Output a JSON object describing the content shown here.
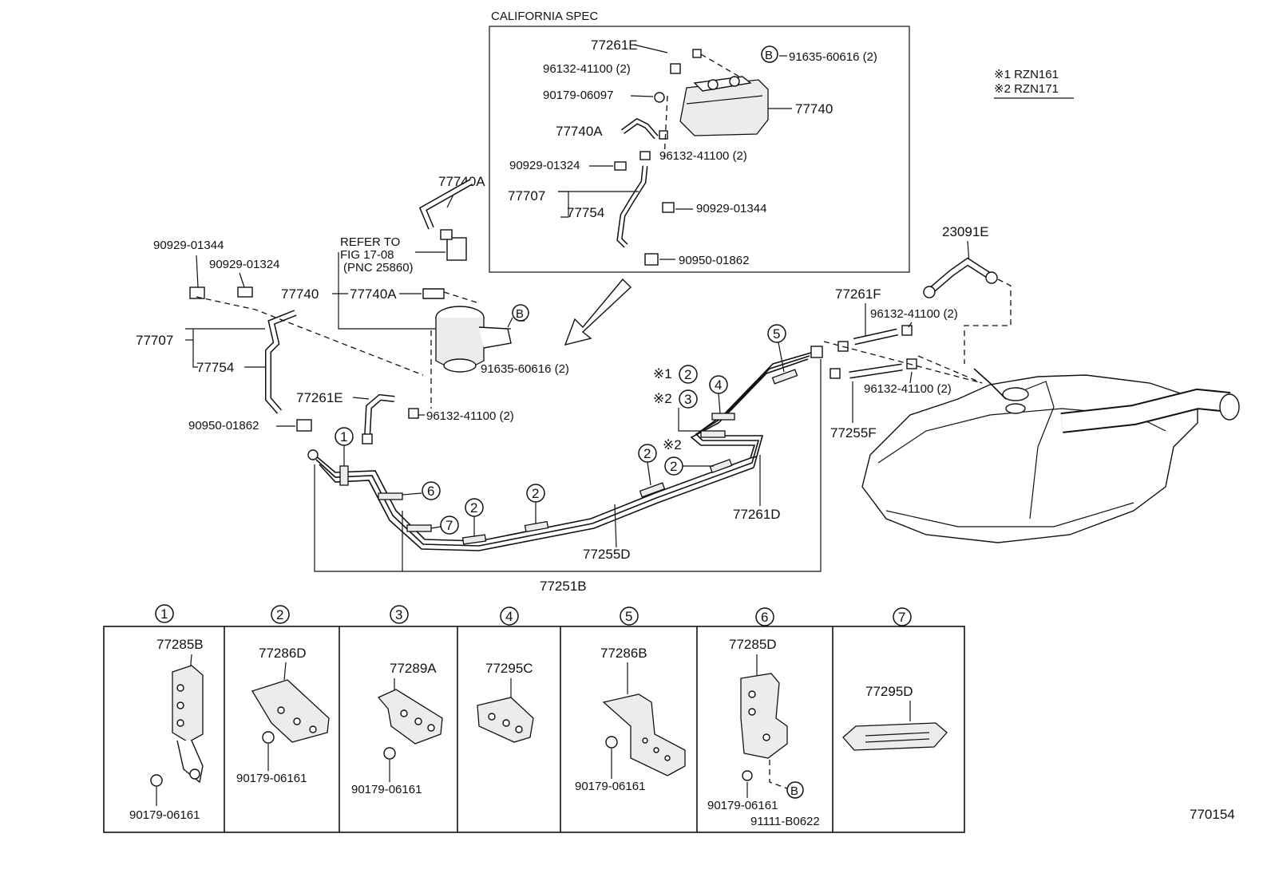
{
  "california_box": {
    "title": "CALIFORNIA SPEC",
    "labels": [
      "77261E",
      "96132-41100 (2)",
      "90179-06097",
      "77740A",
      "90929-01324",
      "77707",
      "77754",
      "91635-60616 (2)",
      "77740",
      "96132-41100 (2)",
      "90929-01344",
      "90950-01862"
    ],
    "marker_b": "B"
  },
  "legend": {
    "line1": "※1 RZN161",
    "line2": "※2 RZN171"
  },
  "main": {
    "left_labels": [
      "77740A",
      "90929-01344",
      "90929-01324",
      "REFER TO",
      "FIG 17-08",
      "(PNC 25860)",
      "77740",
      "77740A",
      "77707",
      "77754",
      "91635-60616 (2)",
      "77261E",
      "96132-41100 (2)",
      "90950-01862"
    ],
    "marker_b": "B",
    "center_labels": [
      "77255D",
      "77261D",
      "77251B",
      "※1",
      "※2",
      "※2"
    ],
    "right_labels": [
      "23091E",
      "77261F",
      "96132-41100 (2)",
      "96132-41100 (2)",
      "77255F"
    ],
    "callouts": [
      "1",
      "2",
      "3",
      "4",
      "5",
      "6",
      "7"
    ]
  },
  "clamps": [
    {
      "num": "1",
      "part": "77285B",
      "fastener": "90179-06161"
    },
    {
      "num": "2",
      "part": "77286D",
      "fastener": "90179-06161"
    },
    {
      "num": "3",
      "part": "77289A",
      "fastener": "90179-06161"
    },
    {
      "num": "4",
      "part": "77295C",
      "fastener": ""
    },
    {
      "num": "5",
      "part": "77286B",
      "fastener": "90179-06161"
    },
    {
      "num": "6",
      "part": "77285D",
      "fastener": "90179-06161",
      "fastener2": "91111-B0622",
      "marker": "B"
    },
    {
      "num": "7",
      "part": "77295D",
      "fastener": ""
    }
  ],
  "figure_id": "770154"
}
